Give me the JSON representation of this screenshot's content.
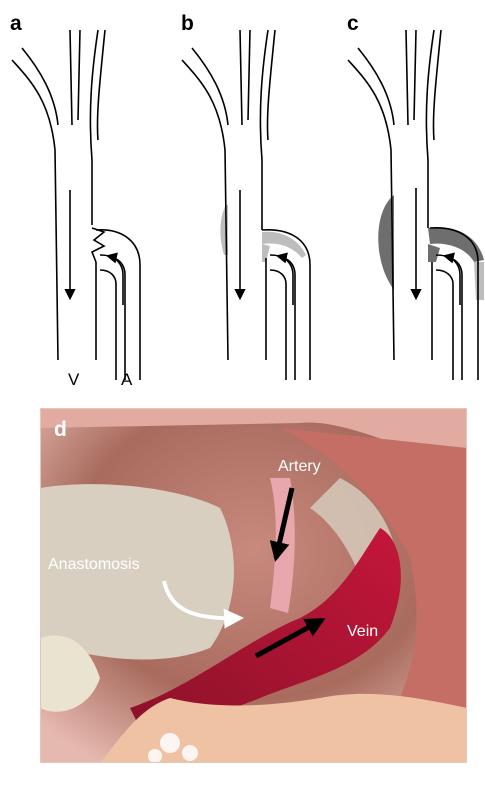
{
  "panels": {
    "a": {
      "letter": "a"
    },
    "b": {
      "letter": "b"
    },
    "c": {
      "letter": "c"
    },
    "d": {
      "letter": "d"
    }
  },
  "vessel_labels": {
    "vein": "V",
    "artery": "A"
  },
  "photo_labels": {
    "artery": "Artery",
    "anastomosis": "Anastomosis",
    "vein": "Vein"
  },
  "colors": {
    "line": "#000000",
    "thrombus_light": "#bdbdbd",
    "thrombus_dark": "#6e6e6e",
    "tissue_red": "#b0132e",
    "tissue_pink": "#e7b3ad",
    "photo_label": "#ffffff"
  }
}
